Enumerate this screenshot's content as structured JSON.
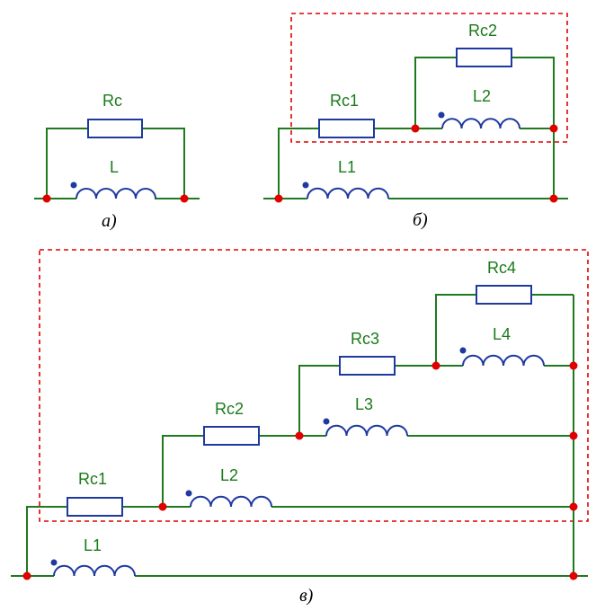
{
  "colors": {
    "wire": "#1f7a1f",
    "element": "#1e3aa0",
    "node": "#e00000",
    "boundary": "#e00000",
    "label": "#1a7a1a"
  },
  "diagram_a": {
    "caption": "а)",
    "resistor_label": "Rc",
    "inductor_label": "L"
  },
  "diagram_b": {
    "caption": "б)",
    "labels": {
      "rc1": "Rc1",
      "rc2": "Rc2",
      "l1": "L1",
      "l2": "L2"
    }
  },
  "diagram_c": {
    "caption": "в)",
    "labels": {
      "rc1": "Rc1",
      "rc2": "Rc2",
      "rc3": "Rc3",
      "rc4": "Rc4",
      "l1": "L1",
      "l2": "L2",
      "l3": "L3",
      "l4": "L4"
    }
  }
}
